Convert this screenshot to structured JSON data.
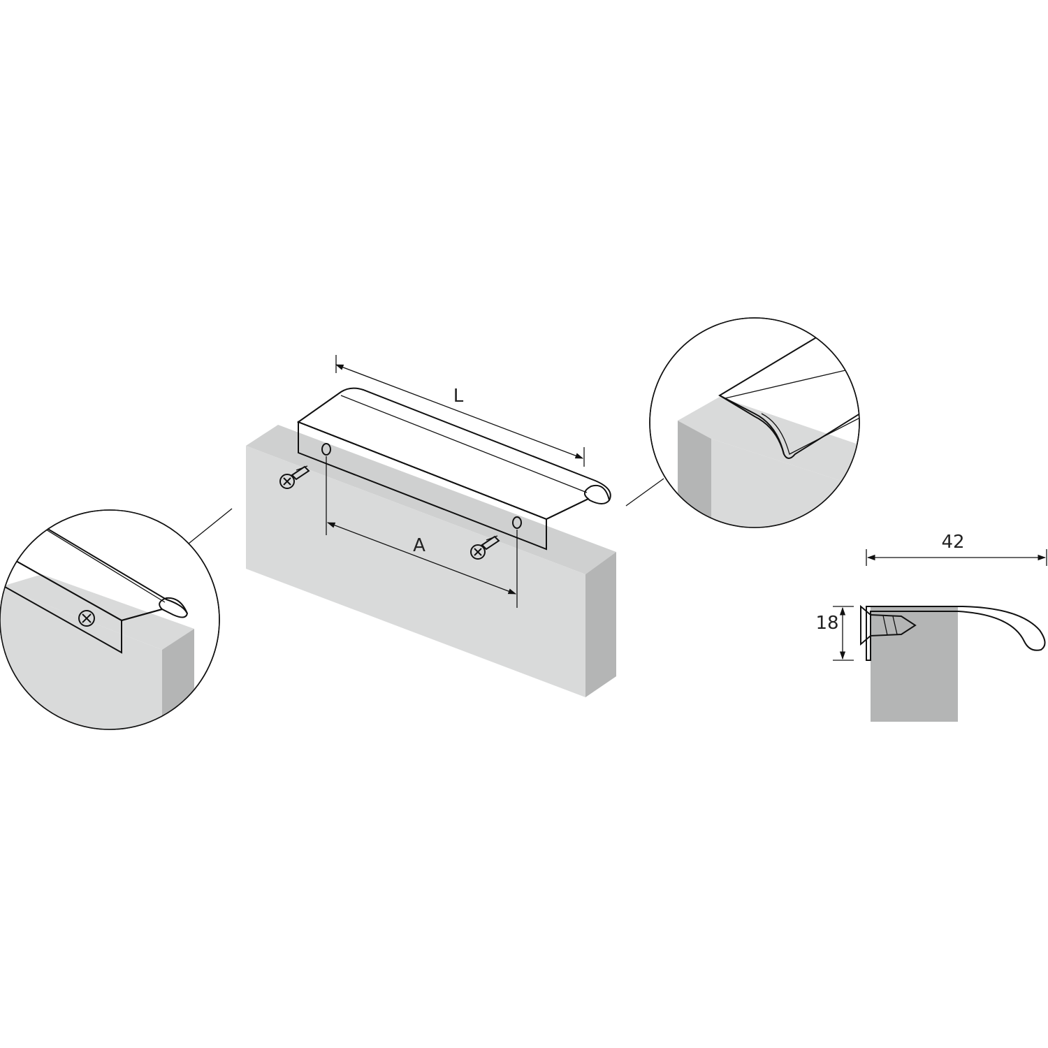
{
  "dimensions": {
    "length_label": "L",
    "hole_spacing_label": "A",
    "width_value": "42",
    "height_value": "18"
  },
  "colors": {
    "panel_front": "#d9dada",
    "panel_side": "#b4b5b5",
    "line": "#111111",
    "background": "#ffffff"
  },
  "icons": {
    "screw": "phillips-screw-icon"
  }
}
